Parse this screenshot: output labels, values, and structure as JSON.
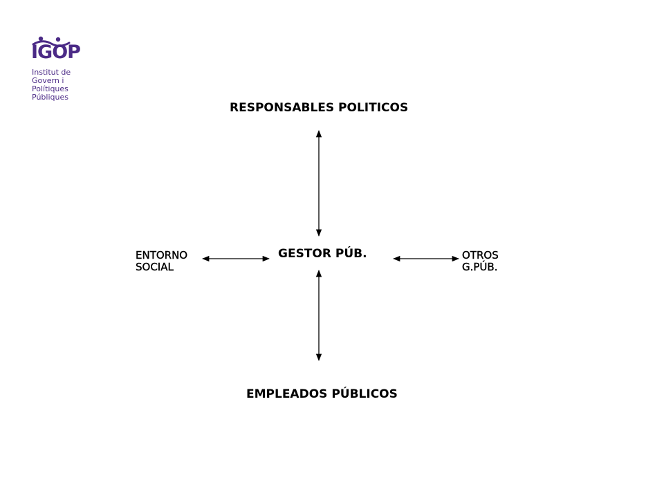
{
  "logo": {
    "acronym": "IGOP",
    "lines": [
      "Institut de",
      "Govern i",
      "Polítiques",
      "Públiques"
    ],
    "color": "#4b2a86"
  },
  "diagram": {
    "top": "RESPONSABLES POLITICOS",
    "center": "GESTOR PÚB.",
    "bottom": "EMPLEADOS PÚBLICOS",
    "left": [
      "ENTORNO",
      "SOCIAL"
    ],
    "right": [
      "OTROS",
      "G.PÚB."
    ]
  }
}
